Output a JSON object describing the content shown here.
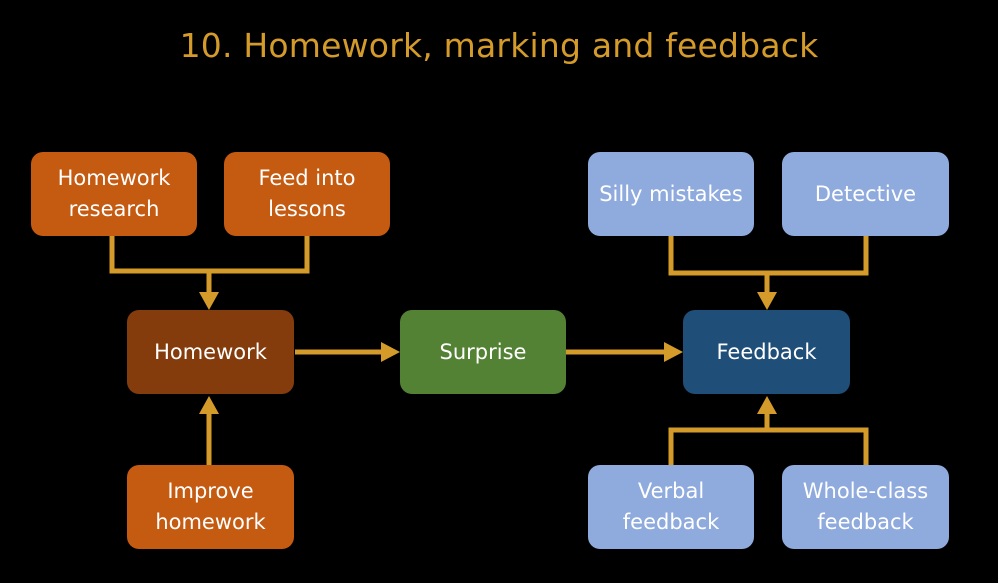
{
  "title": "10. Homework, marking and feedback",
  "colors": {
    "title": "#d49b2a",
    "connector": "#d49b2a",
    "orange_box": "#c55a11",
    "homework_box": "#843c0c",
    "surprise_box": "#548235",
    "feedback_box": "#1f4e79",
    "feedback_source_box": "#8faadc",
    "background": "#000000"
  },
  "nodes": {
    "homework_research": "Homework\nresearch",
    "feed_into_lessons": "Feed into\nlessons",
    "homework": "Homework",
    "improve_homework": "Improve\nhomework",
    "surprise": "Surprise",
    "feedback": "Feedback",
    "silly_mistakes": "Silly mistakes",
    "detective": "Detective",
    "verbal_feedback": "Verbal\nfeedback",
    "whole_class_feedback": "Whole-class\nfeedback"
  }
}
